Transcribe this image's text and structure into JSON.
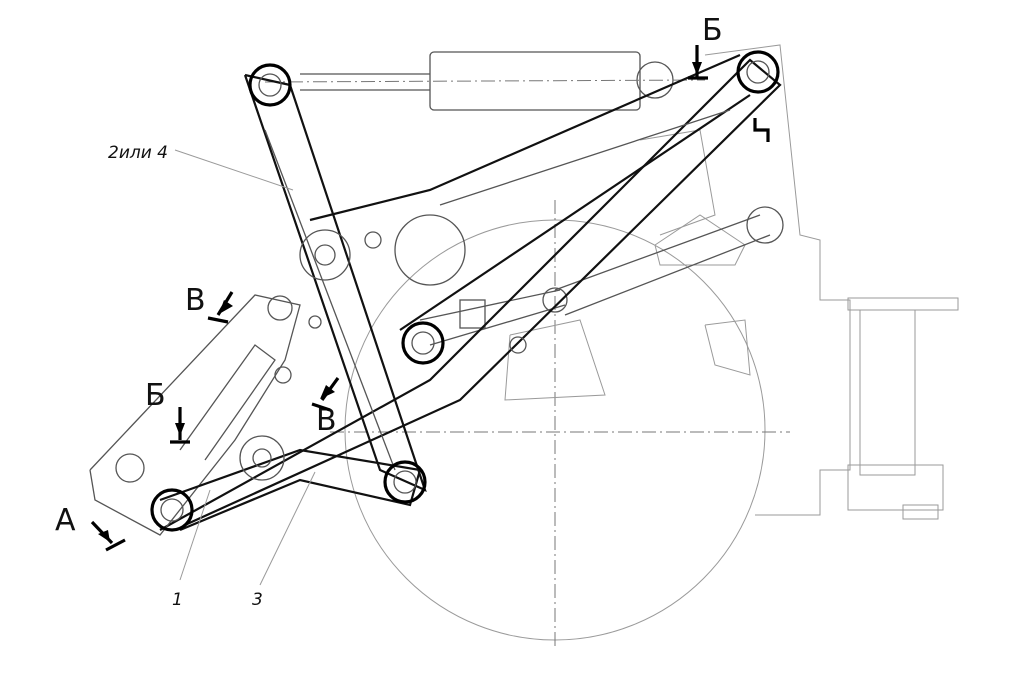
{
  "labels": {
    "part_2_or_4": "2или 4",
    "part_1": "1",
    "part_3": "3"
  },
  "section_marks": {
    "b_top": "Б",
    "b_left": "Б",
    "v_upper": "В",
    "v_lower": "В",
    "a": "А"
  }
}
